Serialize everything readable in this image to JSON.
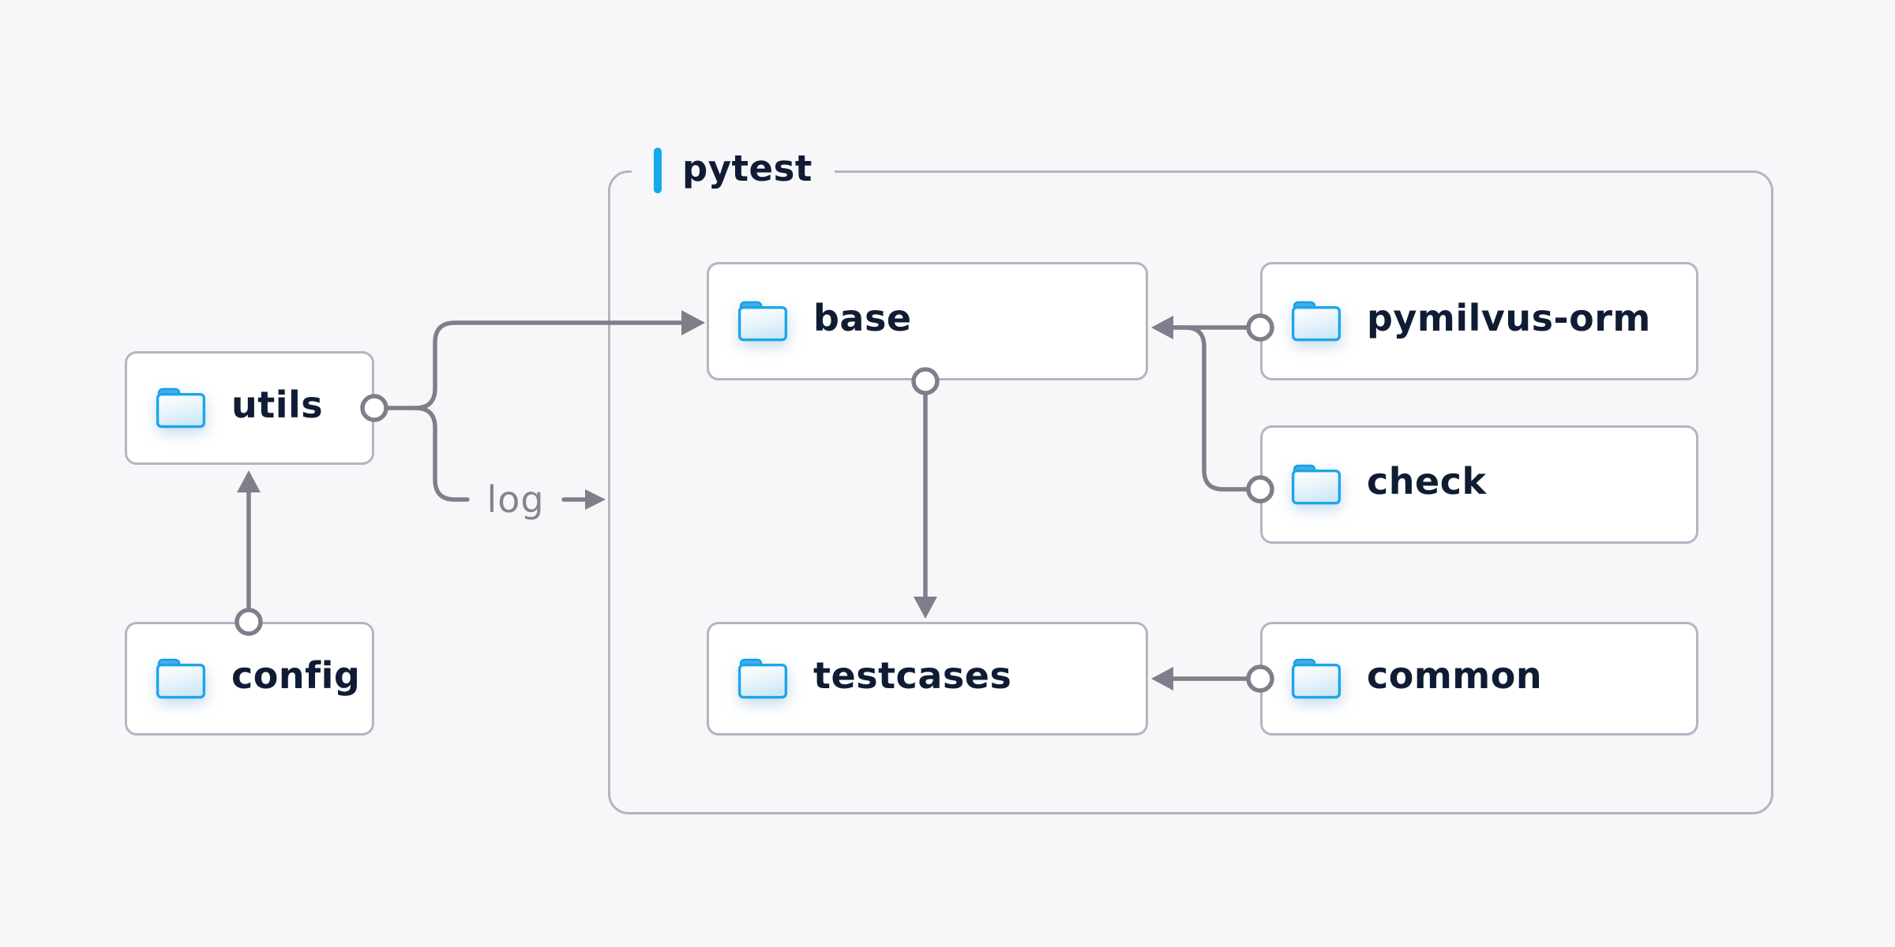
{
  "diagram": {
    "group": {
      "label": "pytest"
    },
    "nodes": [
      {
        "id": "utils",
        "label": "utils"
      },
      {
        "id": "config",
        "label": "config"
      },
      {
        "id": "base",
        "label": "base"
      },
      {
        "id": "testcases",
        "label": "testcases"
      },
      {
        "id": "pymilvus-orm",
        "label": "pymilvus-orm"
      },
      {
        "id": "check",
        "label": "check"
      },
      {
        "id": "common",
        "label": "common"
      }
    ],
    "edges": [
      {
        "from": "utils",
        "to": "base"
      },
      {
        "from": "utils",
        "to": "pytest-group",
        "label": "log"
      },
      {
        "from": "config",
        "to": "utils"
      },
      {
        "from": "base",
        "to": "testcases"
      },
      {
        "from": "pymilvus-orm",
        "to": "base"
      },
      {
        "from": "check",
        "to": "base"
      },
      {
        "from": "common",
        "to": "testcases"
      }
    ],
    "edge_label_log": "log",
    "icons": {
      "node_icon": "folder-icon"
    },
    "colors": {
      "background": "#f7f7f9",
      "node_fill": "#ffffff",
      "node_border": "#b4b4c2",
      "connector_line": "#7f7f8b",
      "node_text": "#0f1c33",
      "muted_text": "#85858f",
      "accent_blue": "#14a9ea",
      "folder_stroke": "#1ba6ea",
      "folder_tab": "#41aee8"
    }
  }
}
